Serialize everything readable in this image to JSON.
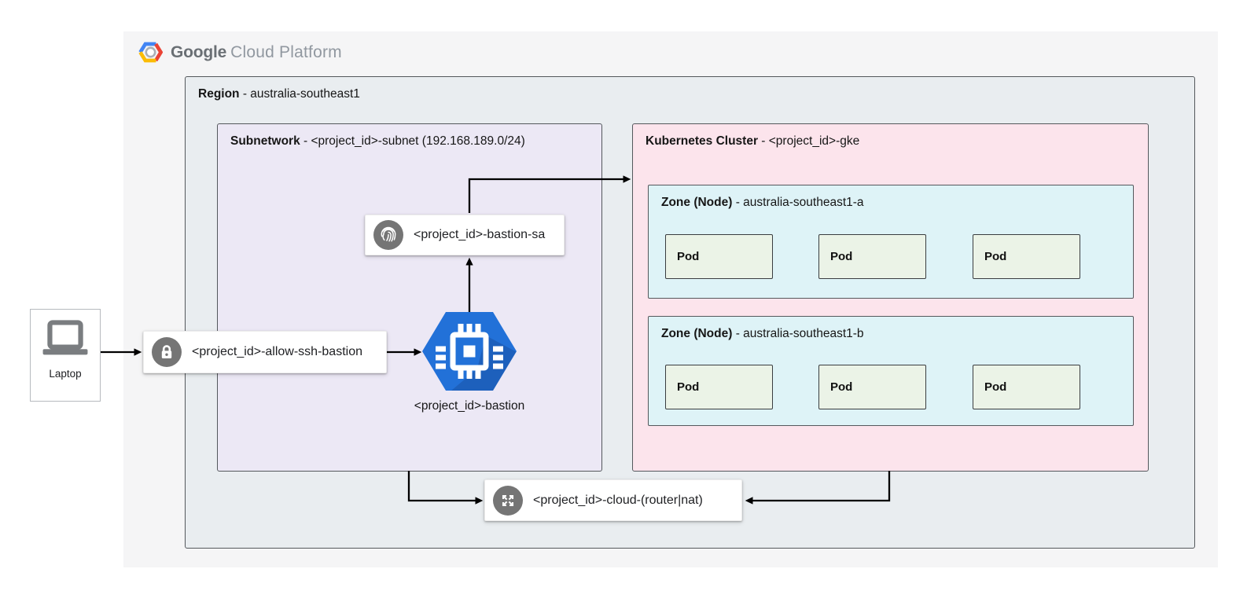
{
  "logo": {
    "brand_bold": "Google",
    "brand_light": "Cloud Platform",
    "icon": "gcp-hexagon-logo"
  },
  "region": {
    "label_bold": "Region",
    "label_rest": " - australia-southeast1"
  },
  "subnetwork": {
    "label_bold": "Subnetwork",
    "label_rest": " - <project_id>-subnet (192.168.189.0/24)"
  },
  "kubernetes_cluster": {
    "label_bold": "Kubernetes Cluster",
    "label_rest": " - <project_id>-gke"
  },
  "zones": [
    {
      "label_bold": "Zone (Node)",
      "label_rest": " - australia-southeast1-a",
      "pods": [
        {
          "label": "Pod"
        },
        {
          "label": "Pod"
        },
        {
          "label": "Pod"
        }
      ]
    },
    {
      "label_bold": "Zone (Node)",
      "label_rest": " - australia-southeast1-b",
      "pods": [
        {
          "label": "Pod"
        },
        {
          "label": "Pod"
        },
        {
          "label": "Pod"
        }
      ]
    }
  ],
  "nodes": {
    "laptop": {
      "label": "Laptop",
      "icon": "laptop-icon"
    },
    "firewall_rule": {
      "label": "<project_id>-allow-ssh-bastion",
      "icon": "lock-icon"
    },
    "bastion": {
      "label": "<project_id>-bastion",
      "icon": "compute-engine-icon"
    },
    "service_account": {
      "label": "<project_id>-bastion-sa",
      "icon": "fingerprint-icon"
    },
    "cloud_router_nat": {
      "label": "<project_id>-cloud-(router|nat)",
      "icon": "four-arrows-icon"
    }
  },
  "colors": {
    "panel_fill": "#f5f5f6",
    "region_fill": "#e9edf0",
    "subnetwork_fill": "#ece8f5",
    "cluster_fill": "#fce4ec",
    "zone_fill": "#def3f7",
    "pod_fill": "#ebf3e7",
    "bastion_blue": "#2271d8",
    "icon_gray": "#757575",
    "arrow_color": "#000000"
  }
}
